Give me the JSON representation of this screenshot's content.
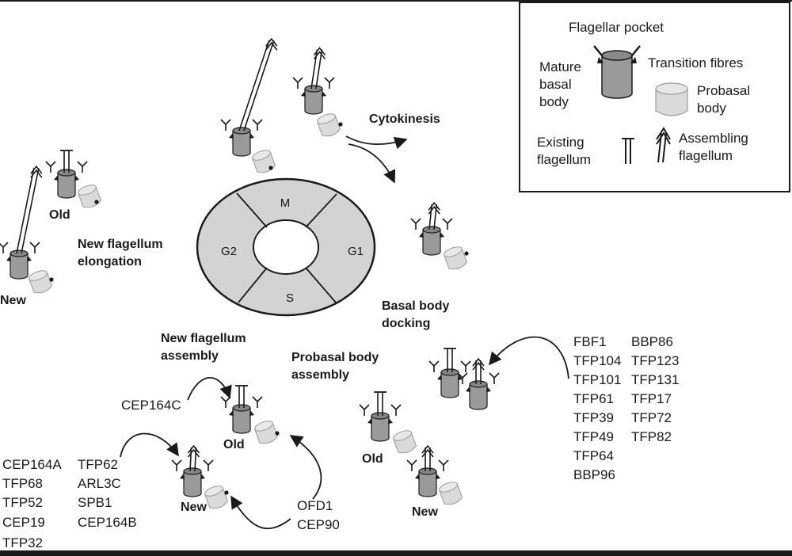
{
  "legend": {
    "flagellar_pocket": "Flagellar pocket",
    "mature_basal_body": [
      "Mature",
      "basal",
      "body"
    ],
    "transition_fibres": "Transition fibres",
    "probasal_body": [
      "Probasal",
      "body"
    ],
    "existing_flagellum": [
      "Existing",
      "flagellum"
    ],
    "assembling_flagellum": [
      "Assembling",
      "flagellum"
    ]
  },
  "cycle": {
    "phases": [
      "M",
      "G1",
      "S",
      "G2"
    ]
  },
  "stages": {
    "cytokinesis": "Cytokinesis",
    "basal_body_docking": [
      "Basal body",
      "docking"
    ],
    "probasal_body_assembly": [
      "Probasal body",
      "assembly"
    ],
    "new_flagellum_assembly": [
      "New flagellum",
      "assembly"
    ],
    "new_flagellum_elongation": [
      "New flagellum",
      "elongation"
    ]
  },
  "cell_labels": {
    "old": "Old",
    "new": "New"
  },
  "proteins": {
    "probasal_col1": [
      "FBF1",
      "TFP104",
      "TFP101",
      "TFP61",
      "TFP39",
      "TFP49",
      "TFP64",
      "BBP96"
    ],
    "probasal_col2": [
      "BBP86",
      "TFP123",
      "TFP131",
      "TFP17",
      "TFP72",
      "TFP82"
    ],
    "new_flag_old": [
      "CEP164C"
    ],
    "new_flag_new_col1": [
      "CEP164A",
      "TFP68",
      "TFP52",
      "CEP19",
      "TFP32"
    ],
    "new_flag_new_col2": [
      "TFP62",
      "ARL3C",
      "SPB1",
      "CEP164B"
    ],
    "ofd": [
      "OFD1",
      "CEP90"
    ]
  },
  "colors": {
    "mature_basal_body": "#9a9a9a",
    "probasal_body": "#dadada",
    "cycle_fill": "#d3d3d3",
    "line": "#1a1a1a"
  }
}
